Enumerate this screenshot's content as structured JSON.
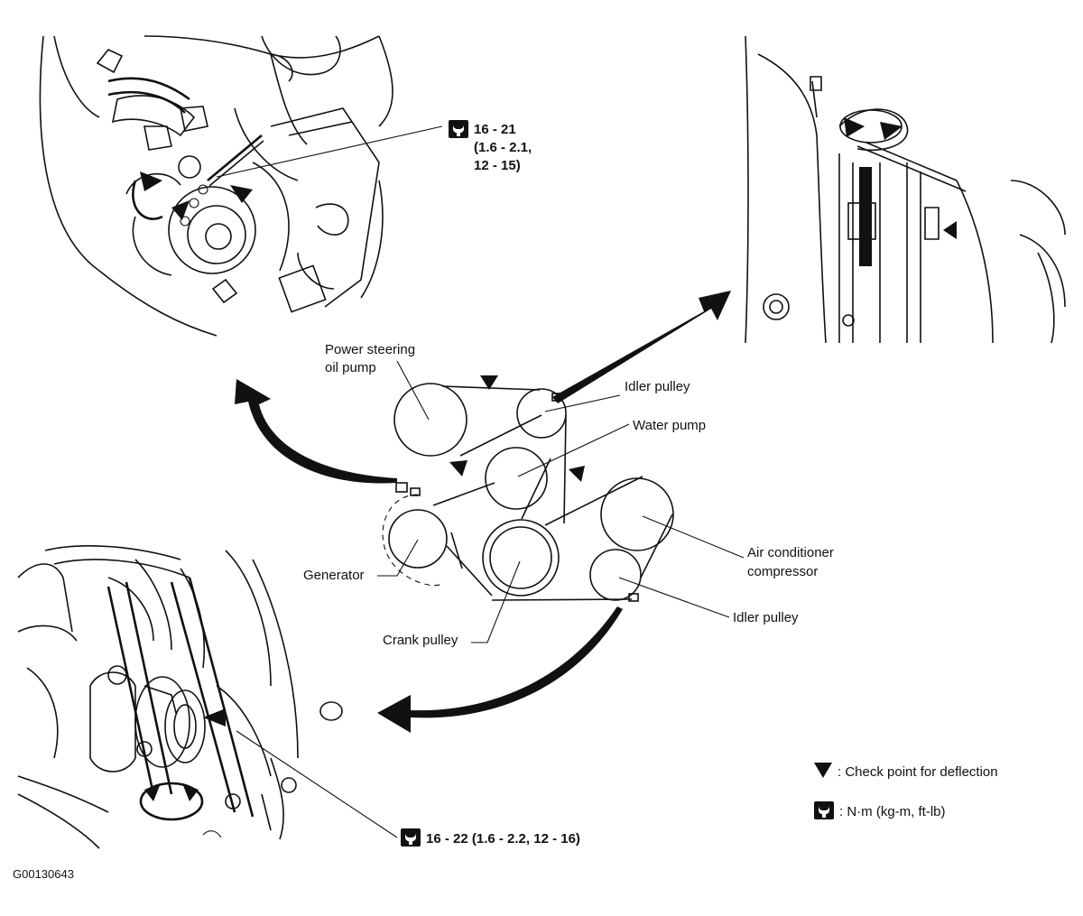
{
  "diagram": {
    "callouts": {
      "power_steering_line1": "Power steering",
      "power_steering_line2": "oil pump",
      "idler_pulley_top": "Idler pulley",
      "water_pump": "Water pump",
      "air_conditioner_line1": "Air conditioner",
      "air_conditioner_line2": "compressor",
      "generator": "Generator",
      "crank_pulley": "Crank pulley",
      "idler_pulley_bottom": "Idler pulley"
    },
    "torque_top": {
      "line1": "16 - 21",
      "line2": "(1.6 - 2.1,",
      "line3": "12 - 15)"
    },
    "torque_bottom": "16 - 22 (1.6 - 2.2, 12 - 16)",
    "legend": {
      "deflection": ": Check point for deflection",
      "torque_units": ": N·m (kg-m, ft-lb)"
    },
    "figure_code": "G00130643",
    "colors": {
      "ink": "#111111",
      "paper": "#ffffff"
    },
    "icons": [
      "deflection-check-marker-icon",
      "torque-wrench-icon",
      "rotation-arrow-icon",
      "direction-arrow-icon"
    ]
  }
}
